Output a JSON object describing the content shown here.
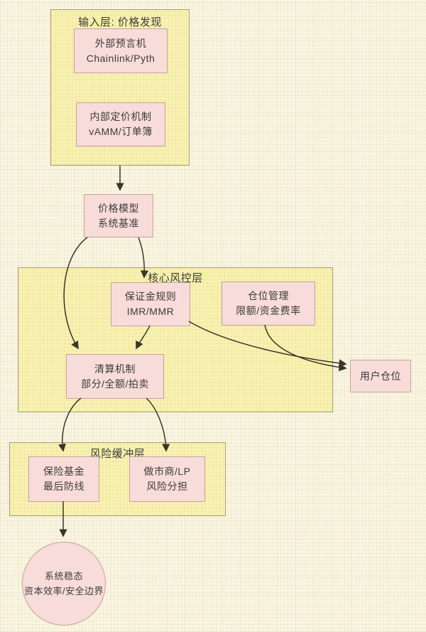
{
  "diagram": {
    "containers": {
      "input_layer": {
        "label": "输入层: 价格发现"
      },
      "core_risk": {
        "label": "核心风控层"
      },
      "buffer": {
        "label": "风险缓冲层"
      }
    },
    "nodes": {
      "external_oracle": {
        "line1": "外部预言机",
        "line2": "Chainlink/Pyth"
      },
      "internal_pricing": {
        "line1": "内部定价机制",
        "line2": "vAMM/订单簿"
      },
      "price_model": {
        "line1": "价格模型",
        "line2": "系统基准"
      },
      "margin_rules": {
        "line1": "保证金规则",
        "line2": "IMR/MMR"
      },
      "position_mgmt": {
        "line1": "仓位管理",
        "line2": "限额/资金费率"
      },
      "liquidation": {
        "line1": "清算机制",
        "line2": "部分/全额/拍卖"
      },
      "user_position": {
        "label": "用户仓位"
      },
      "insurance_fund": {
        "line1": "保险基金",
        "line2": "最后防线"
      },
      "market_maker": {
        "line1": "做市商/LP",
        "line2": "风险分担"
      },
      "steady_state": {
        "line1": "系统稳态",
        "line2": "资本效率/安全边界"
      }
    },
    "edges": [
      {
        "from": "input_layer",
        "to": "price_model"
      },
      {
        "from": "price_model",
        "to": "liquidation"
      },
      {
        "from": "price_model",
        "to": "margin_rules"
      },
      {
        "from": "margin_rules",
        "to": "liquidation"
      },
      {
        "from": "margin_rules",
        "to": "user_position"
      },
      {
        "from": "position_mgmt",
        "to": "user_position"
      },
      {
        "from": "liquidation",
        "to": "insurance_fund"
      },
      {
        "from": "liquidation",
        "to": "market_maker"
      },
      {
        "from": "insurance_fund",
        "to": "steady_state"
      }
    ],
    "colors": {
      "canvas_bg": "#faf6e1",
      "container_fill": "#f9f2b1",
      "container_border": "#a79f79",
      "node_fill": "#f8dcda",
      "node_border": "#c99f9d",
      "edge": "#3a3429",
      "text": "#3b3b3b"
    }
  }
}
